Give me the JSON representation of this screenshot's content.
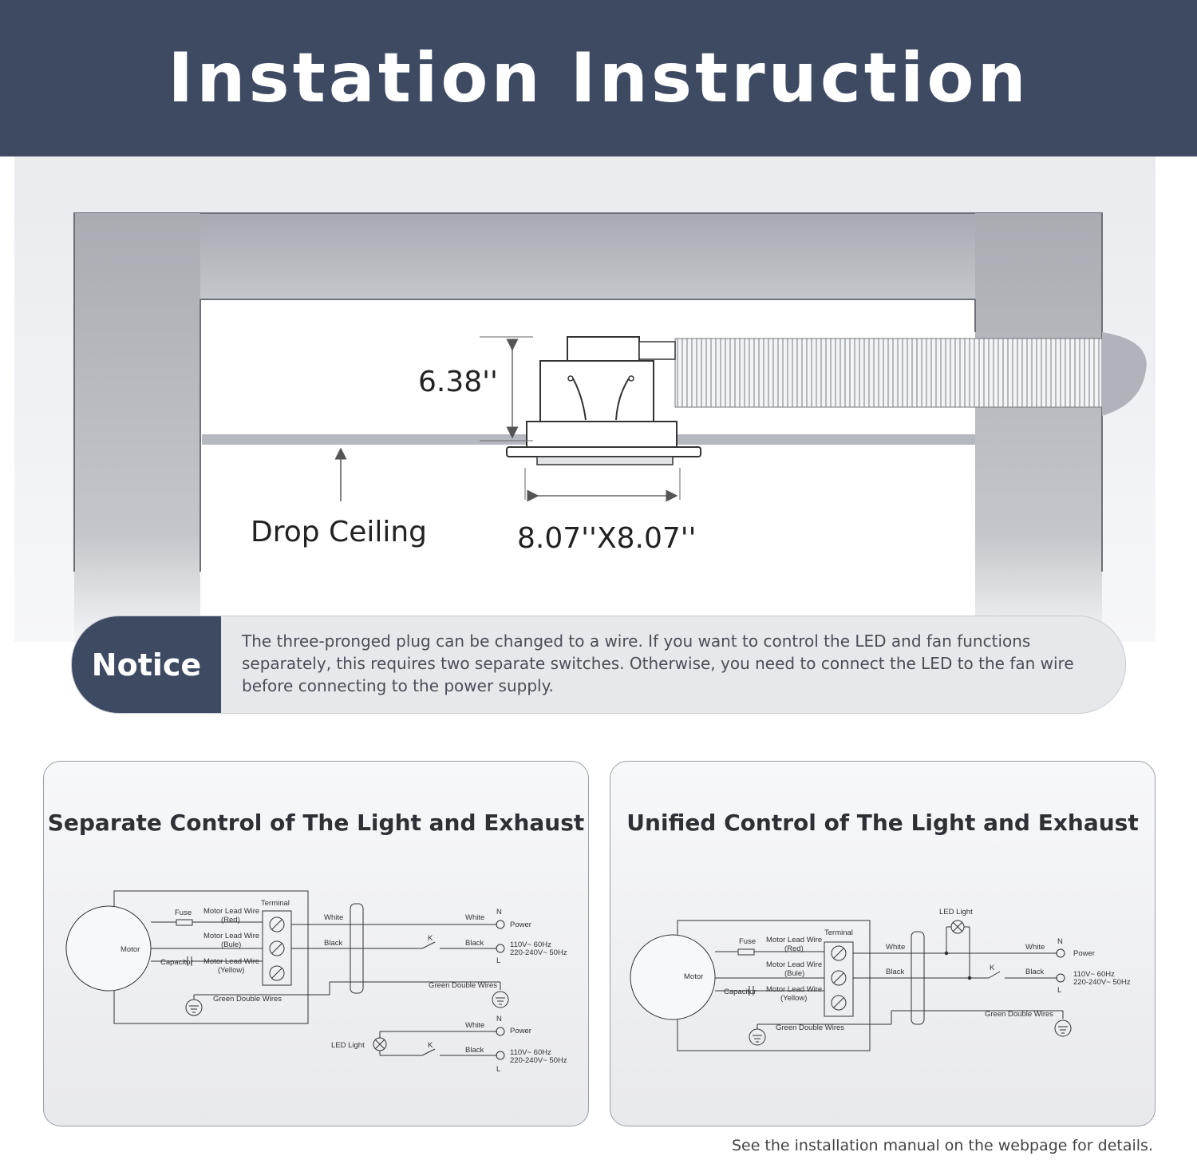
{
  "title": "Instation Instruction",
  "scene": {
    "height_label": "6.38''",
    "size_label": "8.07''X8.07''",
    "ceiling_label": "Drop Ceiling"
  },
  "notice": {
    "label": "Notice",
    "text": "The three-pronged plug can be changed to a wire. If you want to control the LED and fan functions separately, this requires two separate switches. Otherwise, you need to connect the LED to the fan wire before connecting to the power supply."
  },
  "panels": [
    {
      "title": "Separate Control of The Light and Exhaust"
    },
    {
      "title": "Unified Control of The Light and Exhaust"
    }
  ],
  "wiring": {
    "motor": "Motor",
    "fuse": "Fuse",
    "capacitor": "Capacitor",
    "terminal": "Terminal",
    "red_wire": [
      "Motor Lead Wire",
      "(Red)"
    ],
    "blue_wire": [
      "Motor Lead Wire",
      "(Bule)"
    ],
    "yellow_wire": [
      "Motor Lead Wire",
      "(Yellow)"
    ],
    "green_wires": "Green Double Wires",
    "white": "White",
    "black": "Black",
    "neutral": "N",
    "live": "L",
    "switch": "K",
    "power": "Power",
    "voltage_1": "110V~  60Hz",
    "voltage_2": "220-240V~ 50Hz",
    "led_light": "LED  Light"
  },
  "footer": "See the installation manual on the webpage for details."
}
